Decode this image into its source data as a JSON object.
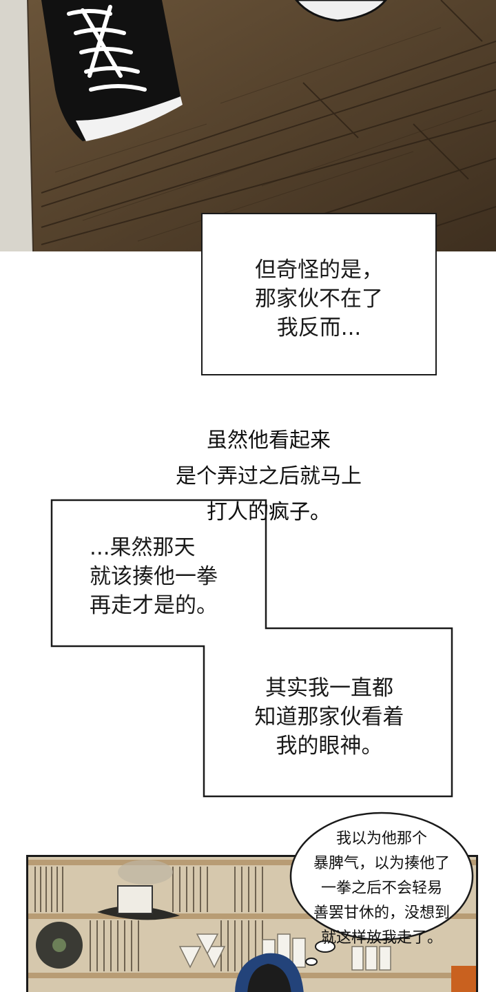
{
  "captions": {
    "first": [
      "但奇怪的是，",
      "那家伙不在了",
      "我反而..."
    ],
    "second": [
      "...果然那天",
      "就该揍他一拳",
      "再走才是的。"
    ],
    "third": [
      "其实我一直都",
      "知道那家伙看着",
      "我的眼神。"
    ]
  },
  "handwritten": [
    "虽然他看起来",
    "是个弄过之后就马上",
    "打人的疯子。"
  ],
  "bubble": [
    "我以为他那个",
    "暴脾气，以为揍他了",
    "一拳之后不会轻易",
    "善罢甘休的，没想到",
    "就这样放我走了。"
  ],
  "colors": {
    "ink": "#1a1a1a",
    "wood": "#5a4630",
    "shelf": "#b89c74"
  }
}
